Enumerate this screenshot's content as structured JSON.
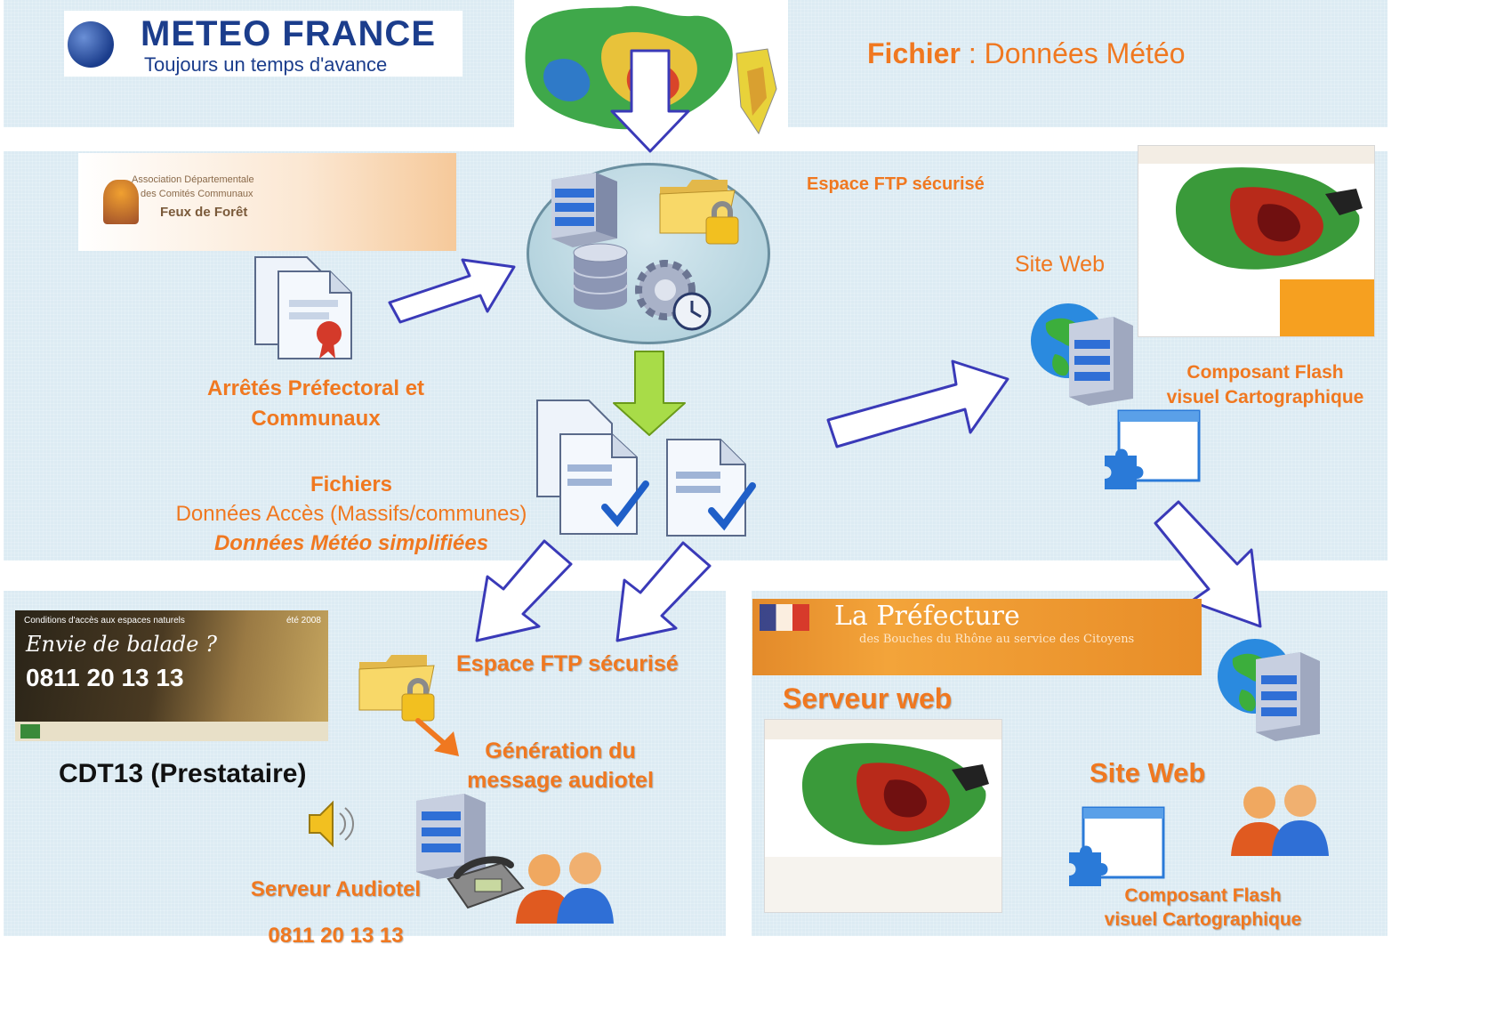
{
  "meteo_logo": {
    "brand": "METEO FRANCE",
    "tagline": "Toujours un temps d'avance"
  },
  "fichier_meteo": {
    "prefix": "Fichier",
    "separator": " : ",
    "text": "Données Météo"
  },
  "ftp_top_label": "Espace FTP sécurisé",
  "site_web_top": "Site Web",
  "flash_top": {
    "line1": "Composant Flash",
    "line2": "visuel Cartographique"
  },
  "association_banner": {
    "line1": "Association Départementale",
    "line2": "des Comités Communaux",
    "line3": "Feux de Forêt"
  },
  "arretes": {
    "line1": "Arrêtés Préfectoral et",
    "line2": "Communaux"
  },
  "fichiers": {
    "title": "Fichiers",
    "line1": "Données Accès (Massifs/communes)",
    "line2": "Données Météo simplifiées"
  },
  "ftp_bottom_label": "Espace FTP sécurisé",
  "generation": {
    "line1": "Génération du",
    "line2": "message audiotel"
  },
  "cdt_banner": {
    "header": "Conditions d'accès aux espaces naturels",
    "season": "été 2008",
    "tagline": "Envie de balade ?",
    "phone": "0811 20 13 13"
  },
  "cdt_label": "CDT13 (Prestataire)",
  "audiotel": {
    "label": "Serveur Audiotel",
    "phone": "0811 20 13 13"
  },
  "prefecture_banner": {
    "title": "La Préfecture",
    "subtitle": "des Bouches du Rhône au service des Citoyens"
  },
  "serveur_web": "Serveur web",
  "site_web_bottom": "Site Web",
  "flash_bottom": {
    "line1": "Composant Flash",
    "line2": "visuel Cartographique"
  },
  "colors": {
    "orange": "#f07820",
    "panel": "#dcebf3",
    "arrow_fill": "#ffffff",
    "arrow_stroke": "#3a3ab8",
    "green_arrow": "#9bd13a",
    "meteo_blue": "#1b3d8c"
  }
}
